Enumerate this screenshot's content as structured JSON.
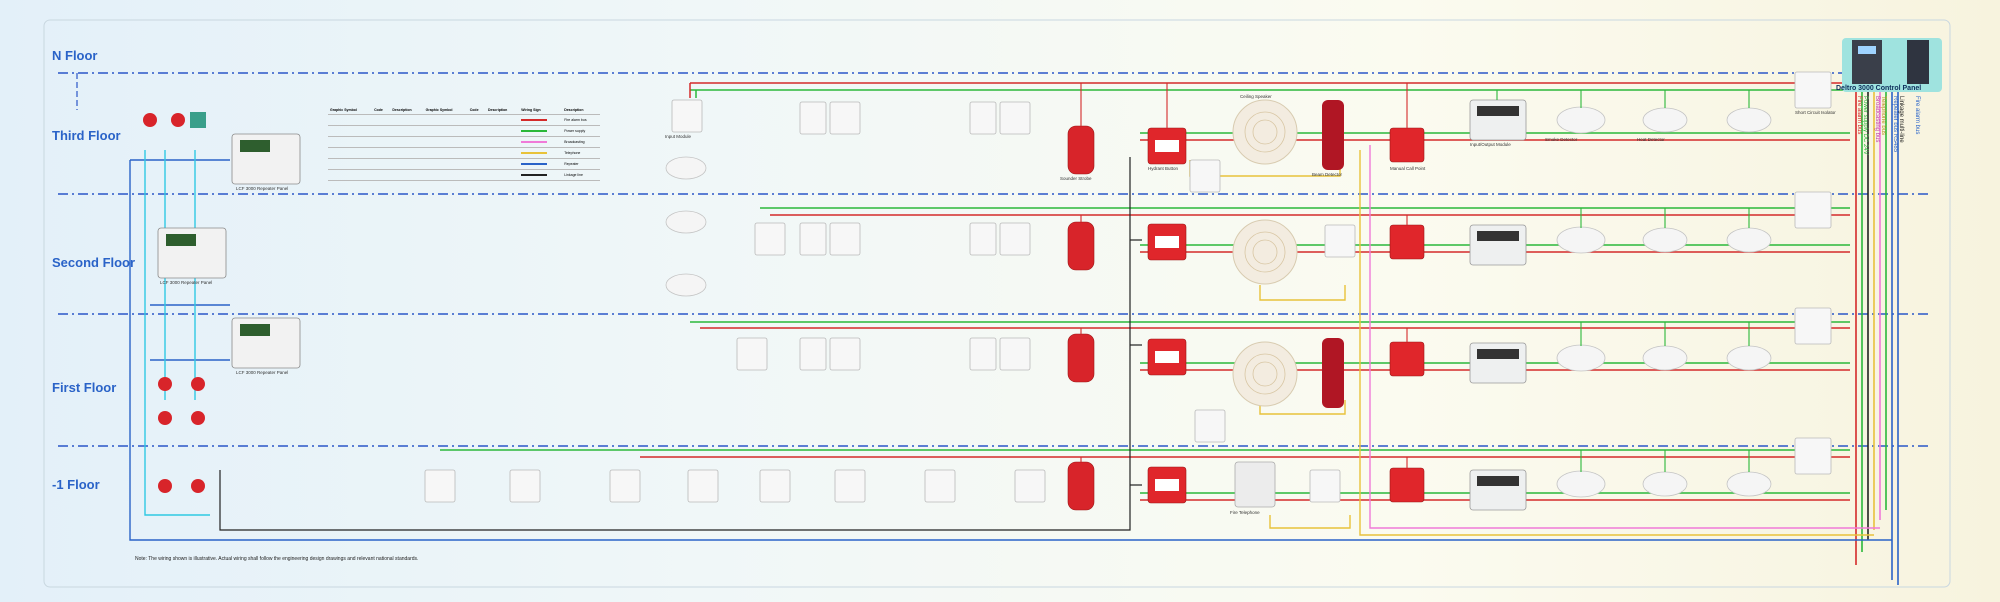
{
  "floors": [
    {
      "name": "N Floor"
    },
    {
      "name": "Third Floor"
    },
    {
      "name": "Second Floor"
    },
    {
      "name": "First Floor"
    },
    {
      "name": "-1 Floor"
    }
  ],
  "control_panel": {
    "label": "Deltro 3000 Control Panel"
  },
  "repeater_panels": [
    {
      "label": "LCF 3000 Repeater Panel"
    },
    {
      "label": "LCF 3000 Repeater Panel"
    },
    {
      "label": "LCF 3000 Repeater Panel"
    }
  ],
  "legend": {
    "headers": [
      "Graphic Symbol",
      "Code",
      "Description",
      "Graphic Symbol",
      "Code",
      "Description",
      "Wiring Sign",
      "Description"
    ],
    "rows": [
      [
        "Fire alarm bus",
        "#d42a2a"
      ],
      [
        "Power supply",
        "#2bb83a"
      ],
      [
        "Broadcasting",
        "#f07ad8"
      ],
      [
        "Telephone",
        "#e8c23a"
      ],
      [
        "Repeater",
        "#2a63c8"
      ],
      [
        "Linkage line",
        "#222222"
      ]
    ]
  },
  "devices": {
    "smoke_detector": "Smoke Detector",
    "heat_detector": "Heat Detector",
    "manual_call_point": "Manual Call Point",
    "sounder_strobe": "Sounder Strobe",
    "fire_telephone": "Fire Telephone",
    "speaker": "Ceiling Speaker",
    "input_module": "Input Module",
    "io_module": "Input/Output Module",
    "isolator": "Short Circuit Isolator",
    "hydrant_button": "Hydrant Button",
    "beam_detector": "Beam Detector"
  },
  "bus_labels": [
    "Fire alarm bus",
    "Power supply DC 24V",
    "Broadcasting bus",
    "Telephone bus",
    "Repeater bus RS485",
    "Linkage multi-line",
    "Fire alarm bus"
  ],
  "footnote": "Note: The wiring shown is illustrative. Actual wiring shall follow the engineering design drawings and relevant national standards."
}
